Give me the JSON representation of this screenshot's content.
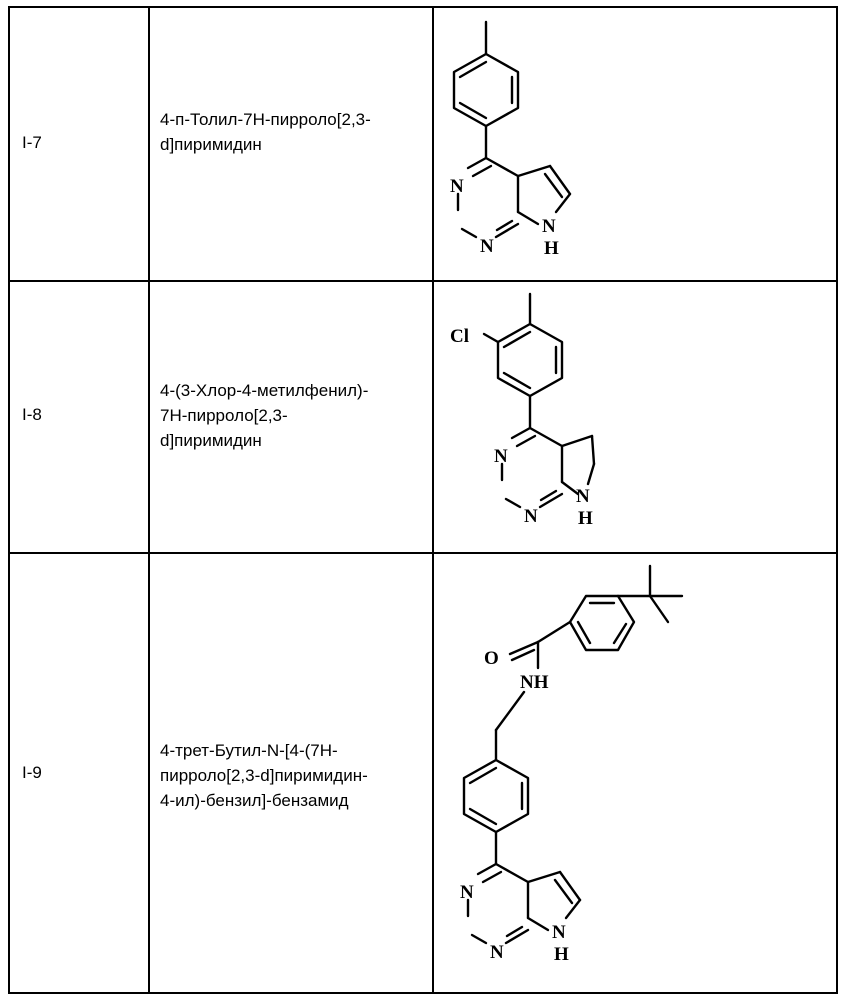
{
  "rows": [
    {
      "id": "I-7",
      "name_lines": [
        "4-п-Толил-7Н-пирроло[2,3-",
        "d]пиримидин"
      ],
      "atoms": [
        "N",
        "N",
        "N",
        "H"
      ]
    },
    {
      "id": "I-8",
      "name_lines": [
        "4-(3-Хлор-4-метилфенил)-",
        "7Н-пирроло[2,3-",
        "d]пиримидин"
      ],
      "atoms": [
        "Cl",
        "N",
        "N",
        "N",
        "H"
      ]
    },
    {
      "id": "I-9",
      "name_lines": [
        "4-трет-Бутил-N-[4-(7Н-",
        "пирроло[2,3-d]пиримидин-",
        "4-ил)-бензил]-бензамид"
      ],
      "atoms": [
        "O",
        "NH",
        "N",
        "N",
        "N",
        "H"
      ]
    }
  ]
}
